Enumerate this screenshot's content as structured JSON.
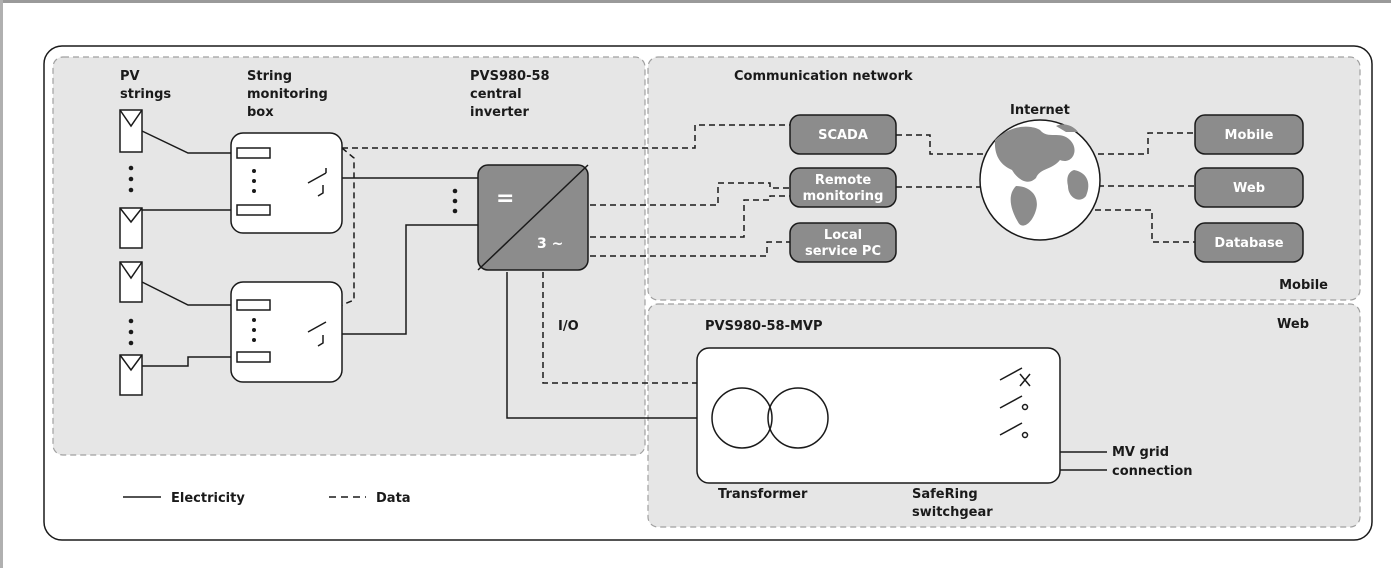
{
  "labels": {
    "pv_strings": [
      "PV",
      "strings"
    ],
    "string_monitoring_box": [
      "String",
      "monitoring",
      "box"
    ],
    "inverter": [
      "PVS980-58",
      "central",
      "inverter"
    ],
    "communication_network": "Communication network",
    "internet": "Internet",
    "scada": "SCADA",
    "remote_monitoring": [
      "Remote",
      "monitoring"
    ],
    "local_service_pc": [
      "Local",
      "service PC"
    ],
    "mobile_box": "Mobile",
    "web_box": "Web",
    "database_box": "Database",
    "mobile_corner": "Mobile",
    "web_corner": "Web",
    "io": "I/O",
    "mvp": "PVS980-58-MVP",
    "transformer": "Transformer",
    "safering": [
      "SafeRing",
      "switchgear"
    ],
    "mv_grid": [
      "MV grid",
      "connection"
    ],
    "inverter_dc": "=",
    "inverter_ac": "3 ~"
  },
  "legend": {
    "electricity": "Electricity",
    "data": "Data"
  },
  "colors": {
    "region_fill": "#e6e6e6",
    "box_fill": "#8c8c8c",
    "line": "#1a1a1a"
  }
}
